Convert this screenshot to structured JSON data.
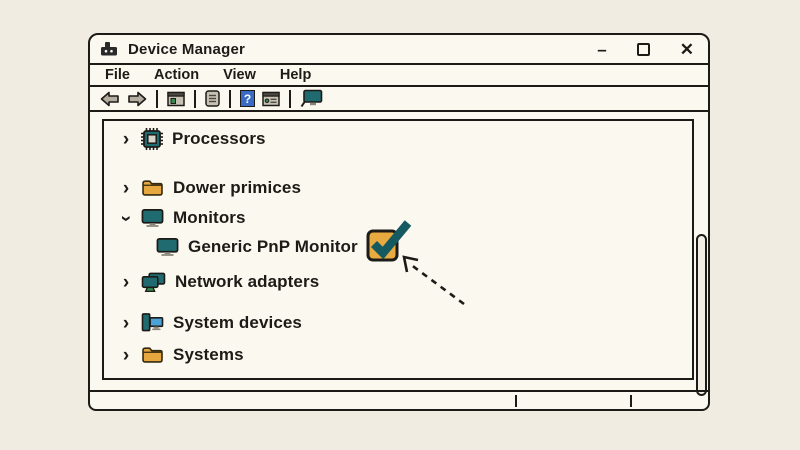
{
  "window": {
    "title": "Device Manager",
    "controls": {
      "minimize": "–",
      "close": "✕"
    }
  },
  "menu_bar": {
    "items": [
      {
        "label": "File"
      },
      {
        "label": "Action"
      },
      {
        "label": "View"
      },
      {
        "label": "Help"
      }
    ]
  },
  "toolbar": {
    "buttons": [
      {
        "icon": "back-arrow"
      },
      {
        "icon": "forward-arrow"
      },
      {
        "icon": "console-window"
      },
      {
        "icon": "properties-list"
      },
      {
        "icon": "help"
      },
      {
        "icon": "window-list"
      },
      {
        "icon": "scan-hardware"
      }
    ],
    "help_glyph": "?"
  },
  "tree": {
    "items": [
      {
        "label": "Processors",
        "icon": "processor-chip-icon",
        "chevron": "collapsed",
        "level": 0
      },
      {
        "label": "Dower primices",
        "icon": "folder-icon",
        "chevron": "collapsed",
        "level": 0
      },
      {
        "label": "Monitors",
        "icon": "monitor-icon",
        "chevron": "expanded",
        "level": 0
      },
      {
        "label": "Generic PnP Monitor",
        "icon": "monitor-icon",
        "chevron": "none",
        "level": 1,
        "checked": true
      },
      {
        "label": "Network adapters",
        "icon": "network-adapter-icon",
        "chevron": "collapsed",
        "level": 0
      },
      {
        "label": "System devices",
        "icon": "system-devices-icon",
        "chevron": "collapsed",
        "level": 0
      },
      {
        "label": "Systems",
        "icon": "folder-icon",
        "chevron": "collapsed",
        "level": 0
      }
    ]
  },
  "annotation": {
    "target": "Generic PnP Monitor checkbox",
    "checkbox_checked": true
  },
  "glyphs": {
    "chevron": "›"
  },
  "colors": {
    "ink": "#1d1b17",
    "canvas": "#f1ece2",
    "window_bg": "#fbf8f0",
    "teal": "#1f6b70",
    "folder_amber": "#e6a73e",
    "checkbox_amber": "#e9ab3f",
    "check_teal": "#155a60",
    "network_green": "#2e8b4a",
    "device_blue": "#4ba3d8",
    "toolbar_gray": "#b5ada0",
    "help_blue": "#3a6bc4"
  }
}
